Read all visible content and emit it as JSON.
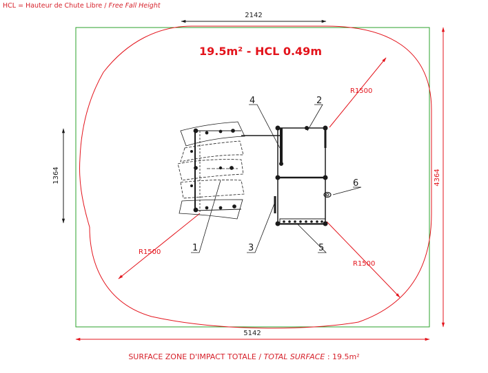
{
  "legend": {
    "abbrev": "HCL = Hauteur de Chute Libre",
    "separator": " / ",
    "english": "Free Fall Height"
  },
  "title": "19.5m² - HCL 0.49m",
  "dimensions": {
    "top": "2142",
    "bottom": "5142",
    "left": "1364",
    "right": "4364"
  },
  "radii": {
    "top_right": "R1500",
    "bottom_left": "R1500",
    "bottom_right": "R1500"
  },
  "callouts": [
    "1",
    "2",
    "3",
    "4",
    "5",
    "6"
  ],
  "footer": {
    "fr": "SURFACE ZONE D'IMPACT TOTALE",
    "separator": " / ",
    "en_label": "TOTAL SURFACE",
    "value": " : 19.5m²"
  },
  "colors": {
    "impact_zone": "#e3131b",
    "boundary": "#2aa02a",
    "drawing": "#1a1a1a",
    "text_red": "#d6202a"
  }
}
